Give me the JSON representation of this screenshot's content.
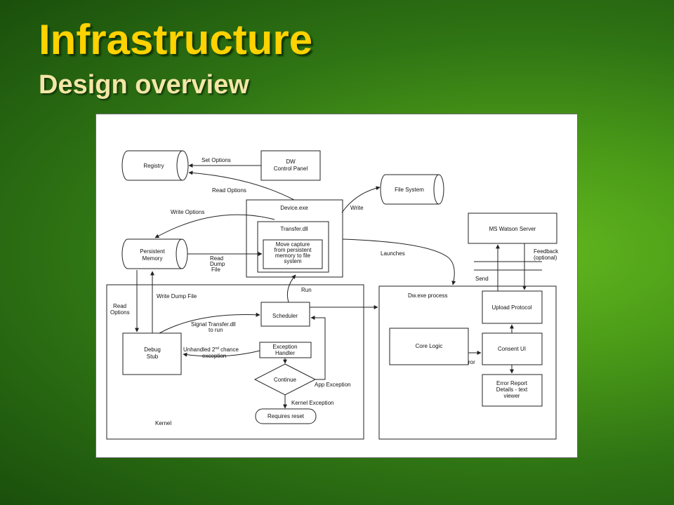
{
  "slide": {
    "title": "Infrastructure",
    "subtitle": "Design overview"
  },
  "diagram": {
    "nodes": {
      "registry": "Registry",
      "control_panel": [
        "DW",
        "Control Panel"
      ],
      "file_system": "File System",
      "device_exe": "Device.exe",
      "transfer_dll": "Transfer.dll",
      "move_capture": [
        "Move capture",
        "from persistent",
        "memory to file",
        "system"
      ],
      "ms_watson_server": "MS Watson Server",
      "persistent_memory": [
        "Persistent",
        "Memory"
      ],
      "scheduler": "Scheduler",
      "exception_handler": [
        "Exception",
        "Handler"
      ],
      "continue": "Continue",
      "requires_reset": "Requires reset",
      "debug_stub": [
        "Debug",
        "Stub"
      ],
      "kernel": "Kernel",
      "dw_exe_process": "Dw.exe process",
      "core_logic": "Core Logic",
      "upload_protocol": "Upload Protocol",
      "consent_ui": "Consent UI",
      "error_report_details": [
        "Error Report",
        "Details - text",
        "viewer"
      ]
    },
    "edges": {
      "set_options": "Set Options",
      "read_options_top": "Read Options",
      "write": "Write",
      "write_options": "Write Options",
      "read_dump_file": [
        "Read",
        "Dump",
        "File"
      ],
      "launches": "Launches",
      "feedback": [
        "Feedback",
        "(optional)"
      ],
      "send": "Send",
      "run": "Run",
      "write_dump_file": "Write Dump File",
      "read_options_left": [
        "Read",
        "Options"
      ],
      "signal_transfer": [
        "Signal Transfer.dll",
        "to run"
      ],
      "unhandled_prefix": "Unhandled 2",
      "unhandled_sup": "nd",
      "unhandled_suffix": " chance",
      "unhandled_line2": "exception",
      "app_exception": "App Exception",
      "kernel_exception": "Kernel Exception",
      "error_partial": "ror"
    }
  }
}
